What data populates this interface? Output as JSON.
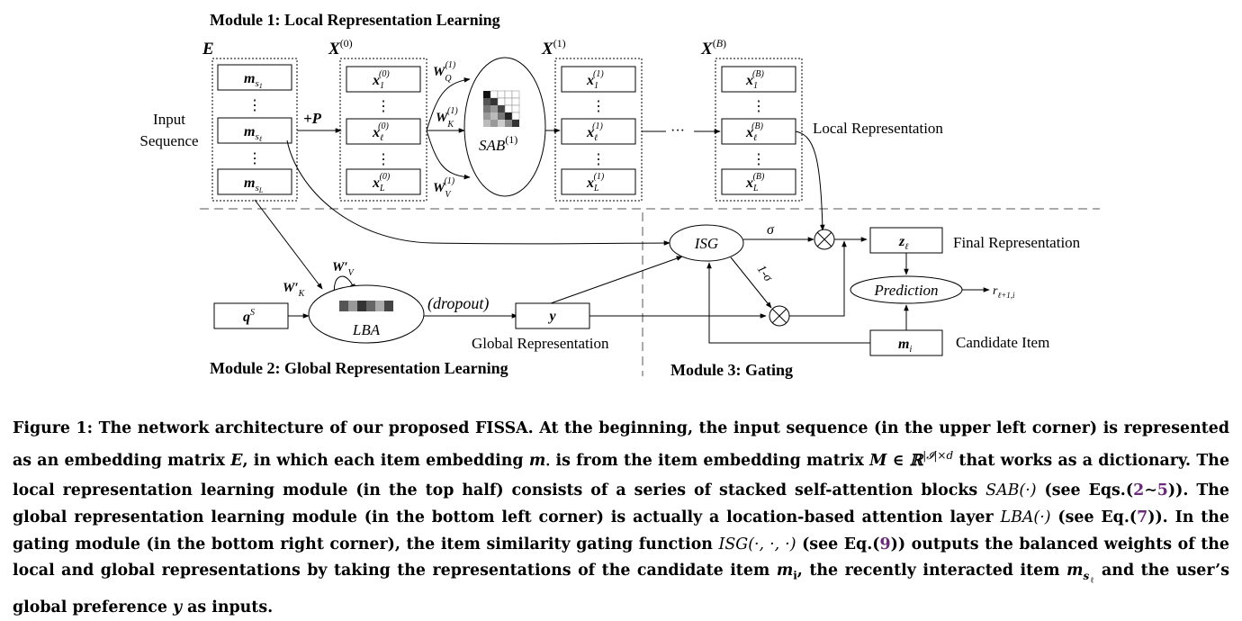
{
  "figure": {
    "module1_title": "Module 1: Local  Representation Learning",
    "module2_title": "Module 2: Global  Representation Learning",
    "module3_title": "Module 3: Gating",
    "input_label_line1": "Input",
    "input_label_line2": "Sequence",
    "plus_p": "+P",
    "ellipsis": "⋮",
    "dots_h": "···",
    "local_representation": "Local Representation",
    "final_representation": "Final Representation",
    "global_representation": "Global Representation",
    "candidate_item": "Candidate Item",
    "dropout": "(dropout)",
    "isg": "ISG",
    "sigma": "σ",
    "one_minus_sigma": "1-σ",
    "prediction": "Prediction",
    "lba": "LBA",
    "matrix_E": "E",
    "q_s": "q",
    "q_s_sup": "S",
    "y": "y",
    "m_i": "m",
    "m_i_sub": "i",
    "z_l": "z",
    "z_l_sub": "ℓ",
    "r_out": "r",
    "r_out_sub": "ℓ+1,i",
    "sab": "SAB",
    "sab_sup": "(1)",
    "w_k_prime": "W′",
    "w_k_prime_sub": "K",
    "w_v_prime": "W′",
    "w_v_prime_sub": "V"
  },
  "caption": {
    "p1": "Figure 1: The network architecture of our proposed FISSA. At the beginning, the input sequence (in the upper left corner) is represented as an embedding matrix ",
    "p1_E": "E",
    "p2": ", in which each item embedding ",
    "p2_m": "m",
    "p2_dot": "·",
    "p3": " is from the item embedding matrix ",
    "p3_M": "M ∈ ℝ",
    "p3_sup": "|𝓘|×d",
    "p4": " that works as a dictionary. The local representation learning module (in the top half) consists of a series of stacked self-attention blocks ",
    "p4_sab": "SAB(·)",
    "p5": " (see Eqs.(",
    "ref_2": "2",
    "tilde": "∼",
    "ref_5": "5",
    "p6": ")). The global representation learning module (in the bottom left corner) is actually a location-based attention layer ",
    "p6_lba": "LBA(·)",
    "p7": " (see Eq.(",
    "ref_7": "7",
    "p8": ")). In the gating module (in the bottom right corner), the item similarity gating function ",
    "p8_isg": "ISG(·, ·, ·)",
    "p9": " (see Eq.(",
    "ref_9": "9",
    "p10": ")) outputs the balanced weights of the local and global representations by taking the representations of the candidate item ",
    "p10_m": "m",
    "p10_i": "i",
    "p11": ", the recently interacted item ",
    "p11_m": "m",
    "p11_s": "s",
    "p11_l": "ℓ",
    "p12": " and the user’s global preference ",
    "p12_y": "y",
    "p13": " as inputs."
  }
}
